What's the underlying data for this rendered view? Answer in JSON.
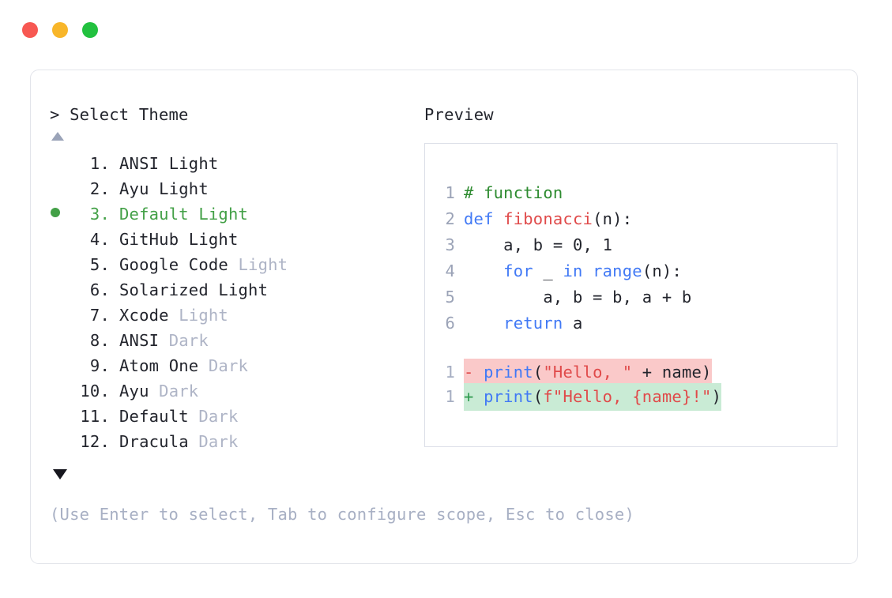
{
  "window": {
    "controls": [
      {
        "name": "close",
        "color": "#f75852"
      },
      {
        "name": "minimize",
        "color": "#f8b62a"
      },
      {
        "name": "maximize",
        "color": "#22c13f"
      }
    ]
  },
  "prompt": {
    "marker": ">",
    "text": "Select Theme",
    "full": "> Select Theme"
  },
  "scroll": {
    "up_indicator": "▲",
    "down_indicator": "▼"
  },
  "themes": {
    "selected_index": 3,
    "items": [
      {
        "number": "1.",
        "name": "ANSI",
        "variant": "Light",
        "variant_muted": false,
        "selected": false
      },
      {
        "number": "2.",
        "name": "Ayu",
        "variant": "Light",
        "variant_muted": false,
        "selected": false
      },
      {
        "number": "3.",
        "name": "Default",
        "variant": "Light",
        "variant_muted": false,
        "selected": true
      },
      {
        "number": "4.",
        "name": "GitHub",
        "variant": "Light",
        "variant_muted": false,
        "selected": false
      },
      {
        "number": "5.",
        "name": "Google Code",
        "variant": "Light",
        "variant_muted": true,
        "selected": false
      },
      {
        "number": "6.",
        "name": "Solarized",
        "variant": "Light",
        "variant_muted": false,
        "selected": false
      },
      {
        "number": "7.",
        "name": "Xcode",
        "variant": "Light",
        "variant_muted": true,
        "selected": false
      },
      {
        "number": "8.",
        "name": "ANSI",
        "variant": "Dark",
        "variant_muted": true,
        "selected": false
      },
      {
        "number": "9.",
        "name": "Atom One",
        "variant": "Dark",
        "variant_muted": true,
        "selected": false
      },
      {
        "number": "10.",
        "name": "Ayu",
        "variant": "Dark",
        "variant_muted": true,
        "selected": false
      },
      {
        "number": "11.",
        "name": "Default",
        "variant": "Dark",
        "variant_muted": true,
        "selected": false
      },
      {
        "number": "12.",
        "name": "Dracula",
        "variant": "Dark",
        "variant_muted": true,
        "selected": false
      }
    ]
  },
  "footer": {
    "hint": "(Use Enter to select, Tab to configure scope, Esc to close)"
  },
  "preview": {
    "label": "Preview",
    "code_lines": [
      {
        "number": "1",
        "tokens": [
          {
            "t": "# function",
            "c": "comment"
          }
        ]
      },
      {
        "number": "2",
        "tokens": [
          {
            "t": "def ",
            "c": "kw"
          },
          {
            "t": "fibonacci",
            "c": "fn"
          },
          {
            "t": "(n):",
            "c": "plain"
          }
        ]
      },
      {
        "number": "3",
        "tokens": [
          {
            "t": "    a, b = 0, 1",
            "c": "plain"
          }
        ]
      },
      {
        "number": "4",
        "tokens": [
          {
            "t": "    ",
            "c": "plain"
          },
          {
            "t": "for",
            "c": "kw"
          },
          {
            "t": " _ ",
            "c": "plain"
          },
          {
            "t": "in",
            "c": "kw"
          },
          {
            "t": " ",
            "c": "plain"
          },
          {
            "t": "range",
            "c": "builtin"
          },
          {
            "t": "(n):",
            "c": "plain"
          }
        ]
      },
      {
        "number": "5",
        "tokens": [
          {
            "t": "        a, b = b, a + b",
            "c": "plain"
          }
        ]
      },
      {
        "number": "6",
        "tokens": [
          {
            "t": "    ",
            "c": "plain"
          },
          {
            "t": "return",
            "c": "kw"
          },
          {
            "t": " a",
            "c": "plain"
          }
        ]
      }
    ],
    "diff_lines": [
      {
        "number": "1",
        "sign": "-",
        "kind": "del",
        "tokens": [
          {
            "t": "print",
            "c": "builtin"
          },
          {
            "t": "(",
            "c": "plain"
          },
          {
            "t": "\"Hello, \"",
            "c": "str"
          },
          {
            "t": " + name)",
            "c": "plain"
          }
        ]
      },
      {
        "number": "1",
        "sign": "+",
        "kind": "add",
        "tokens": [
          {
            "t": "print",
            "c": "builtin"
          },
          {
            "t": "(",
            "c": "plain"
          },
          {
            "t": "f\"Hello, {name}!\"",
            "c": "str"
          },
          {
            "t": ")",
            "c": "plain"
          }
        ]
      }
    ]
  },
  "colors": {
    "selected_green": "#43a047",
    "muted_text": "#aeb4c6",
    "body_text": "#23252d",
    "diff_remove_bg": "#fac9c9",
    "diff_add_bg": "#c9ebd5",
    "panel_border": "#dcdfe8",
    "card_border": "#e2e4ea"
  }
}
